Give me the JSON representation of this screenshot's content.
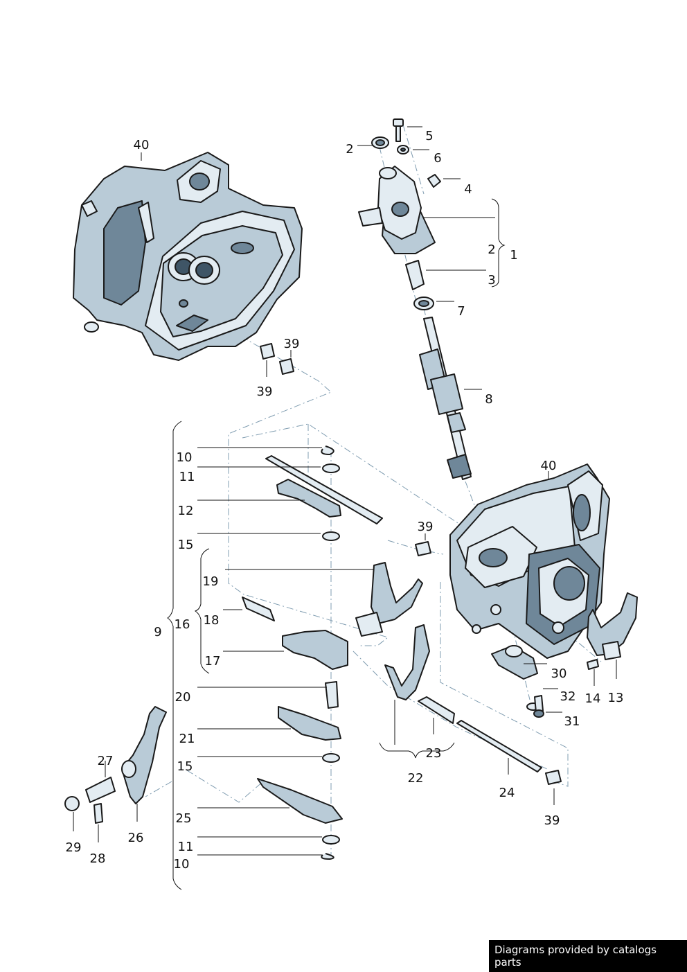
{
  "labels": [
    {
      "id": "40a",
      "text": "40"
    },
    {
      "id": "2a",
      "text": "2"
    },
    {
      "id": "5",
      "text": "5"
    },
    {
      "id": "6",
      "text": "6"
    },
    {
      "id": "4",
      "text": "4"
    },
    {
      "id": "2b",
      "text": "2"
    },
    {
      "id": "1",
      "text": "1"
    },
    {
      "id": "3",
      "text": "3"
    },
    {
      "id": "7",
      "text": "7"
    },
    {
      "id": "39a",
      "text": "39"
    },
    {
      "id": "39b",
      "text": "39"
    },
    {
      "id": "8",
      "text": "8"
    },
    {
      "id": "40b",
      "text": "40"
    },
    {
      "id": "10a",
      "text": "10"
    },
    {
      "id": "11a",
      "text": "11"
    },
    {
      "id": "12",
      "text": "12"
    },
    {
      "id": "39c",
      "text": "39"
    },
    {
      "id": "15a",
      "text": "15"
    },
    {
      "id": "19",
      "text": "19"
    },
    {
      "id": "18",
      "text": "18"
    },
    {
      "id": "16",
      "text": "16"
    },
    {
      "id": "9",
      "text": "9"
    },
    {
      "id": "17",
      "text": "17"
    },
    {
      "id": "30",
      "text": "30"
    },
    {
      "id": "32",
      "text": "32"
    },
    {
      "id": "14",
      "text": "14"
    },
    {
      "id": "13",
      "text": "13"
    },
    {
      "id": "31",
      "text": "31"
    },
    {
      "id": "20",
      "text": "20"
    },
    {
      "id": "21",
      "text": "21"
    },
    {
      "id": "23",
      "text": "23"
    },
    {
      "id": "22",
      "text": "22"
    },
    {
      "id": "27",
      "text": "27"
    },
    {
      "id": "15b",
      "text": "15"
    },
    {
      "id": "24",
      "text": "24"
    },
    {
      "id": "39d",
      "text": "39"
    },
    {
      "id": "25",
      "text": "25"
    },
    {
      "id": "26",
      "text": "26"
    },
    {
      "id": "29",
      "text": "29"
    },
    {
      "id": "28",
      "text": "28"
    },
    {
      "id": "11b",
      "text": "11"
    },
    {
      "id": "10b",
      "text": "10"
    }
  ],
  "footer": {
    "text": "Diagrams provided by catalogs parts"
  }
}
